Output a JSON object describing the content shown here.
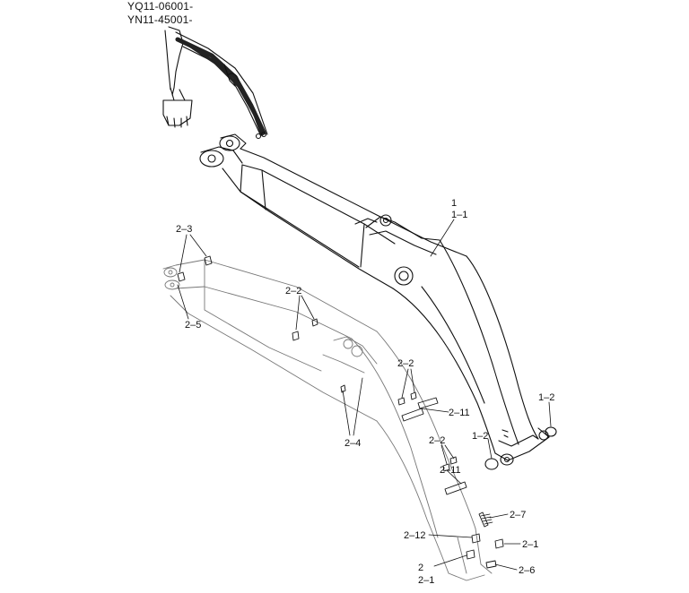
{
  "serials": [
    "YQ11-06001-",
    "YN11-45001-"
  ],
  "callouts": {
    "c1": "1",
    "c1_1": "1–1",
    "c1_2a": "1–2",
    "c1_2b": "1–2",
    "c2_3": "2–3",
    "c2_5": "2–5",
    "c2_2a": "2–2",
    "c2_2b": "2–2",
    "c2_2c": "2–2",
    "c2_11a": "2–11",
    "c2_11b": "2–11",
    "c2_4": "2–4",
    "c2_7": "2–7",
    "c2_12": "2–12",
    "c2_1a": "2–1",
    "c2": "2",
    "c2_1b": "2–1",
    "c2_6": "2–6"
  }
}
